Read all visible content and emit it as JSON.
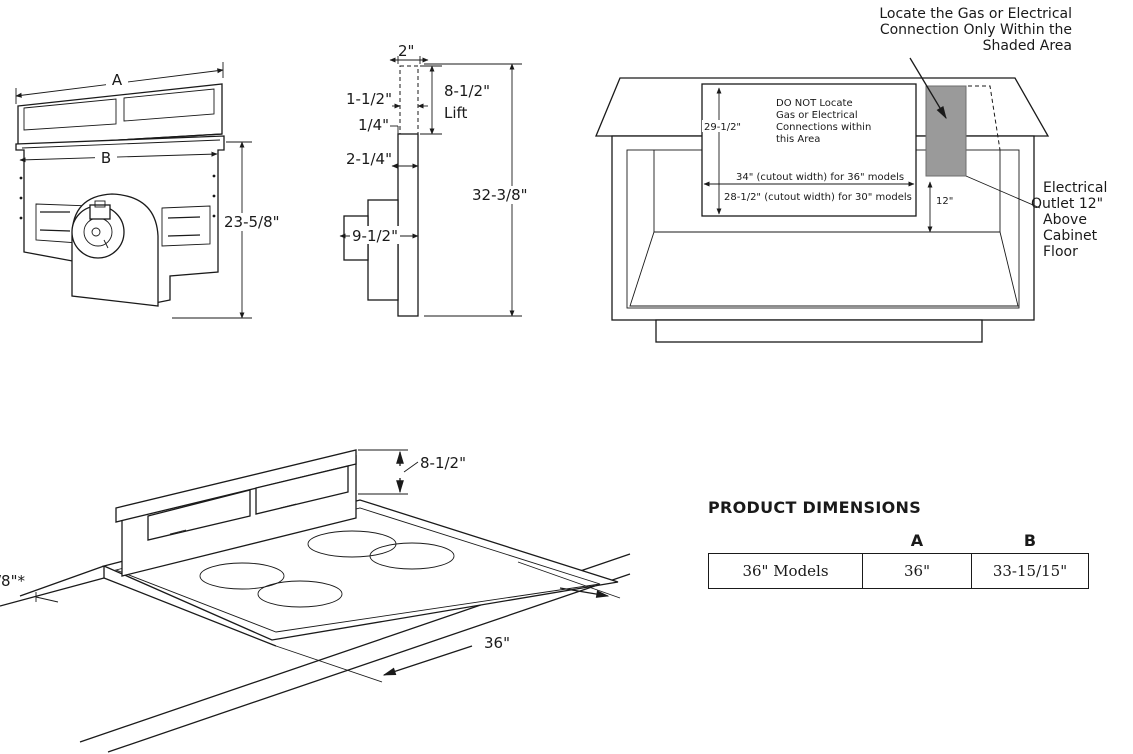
{
  "figure1": {
    "label_a": "A",
    "label_b": "B",
    "height": "23-5/8\""
  },
  "figure2": {
    "width_top": "2\"",
    "lift_value": "8-1/2\"",
    "lift_word": "Lift",
    "dim_1_1_2": "1-1/2\"",
    "dim_1_4": "1/4\"",
    "dim_2_1_4": "2-1/4\"",
    "dim_9_1_2": "9-1/2\"",
    "total_height": "32-3/8\""
  },
  "figure3": {
    "shaded_note": [
      "Locate the Gas or Electrical",
      "Connection Only Within the",
      "Shaded Area"
    ],
    "donot_note": [
      "DO NOT Locate",
      "Gas or Electrical",
      "Connections within",
      "this Area"
    ],
    "height": "29-1/2\"",
    "cutout_36": "34\" (cutout width) for 36\" models",
    "cutout_30": "28-1/2\" (cutout width) for 30\" models",
    "outlet_dim": "12\"",
    "outlet_note": [
      "Electrical",
      "Outlet 12\"",
      "Above",
      "Cabinet",
      "Floor"
    ]
  },
  "figure4": {
    "lift": "8-1/2\"",
    "width": "36\"",
    "partial_dim": "/8\"*"
  },
  "dimensions_table": {
    "title": "PRODUCT DIMENSIONS",
    "col_a": "A",
    "col_b": "B",
    "rows": [
      {
        "model": "36\" Models",
        "a": "36\"",
        "b": "33-15/15\""
      }
    ]
  }
}
